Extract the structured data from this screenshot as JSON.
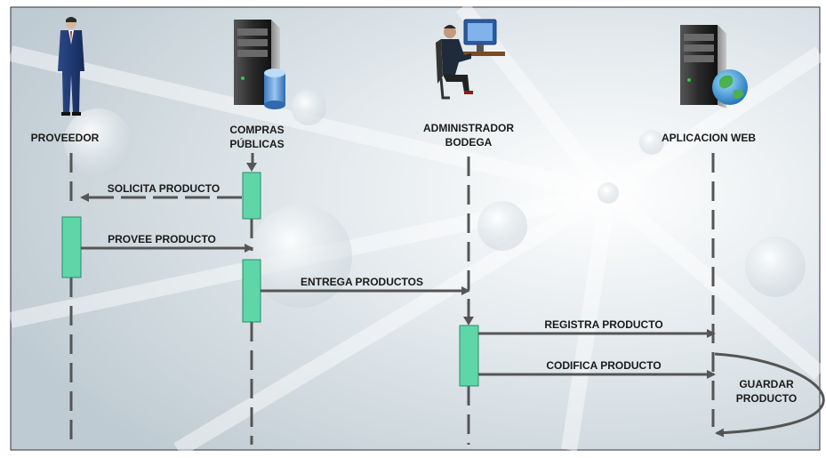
{
  "actors": {
    "proveedor": "PROVEEDOR",
    "compras_line1": "COMPRAS",
    "compras_line2": "PÚBLICAS",
    "admin_line1": "ADMINISTRADOR",
    "admin_line2": "BODEGA",
    "web": "APLICACION WEB"
  },
  "messages": {
    "solicita": "SOLICITA PRODUCTO",
    "provee": "PROVEE PRODUCTO",
    "entrega": "ENTREGA PRODUCTOS",
    "registra": "REGISTRA PRODUCTO",
    "codifica": "CODIFICA PRODUCTO",
    "guardar_line1": "GUARDAR",
    "guardar_line2": "PRODUCTO"
  },
  "colors": {
    "activation": "#5fd6a8",
    "line": "#555555",
    "text": "#1a1a1a"
  }
}
